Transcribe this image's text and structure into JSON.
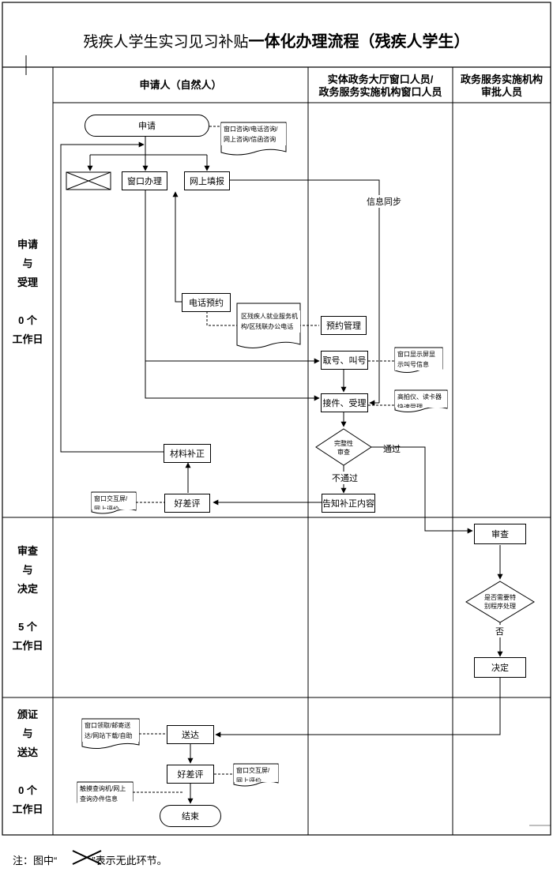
{
  "title": {
    "part1": "残疾人学生实习见习补贴",
    "part2": "一体化办理流程（残疾人学生）"
  },
  "columns": {
    "applicant": "申请人（自然人）",
    "window_line1": "实体政务大厅窗口人员/",
    "window_line2": "政务服务实施机构窗口人员",
    "approver_line1": "政务服务实施机构",
    "approver_line2": "审批人员"
  },
  "phases": [
    {
      "lines": [
        "申请",
        "与",
        "受理",
        "",
        "0 个",
        "工作日"
      ]
    },
    {
      "lines": [
        "审查",
        "与",
        "决定",
        "",
        "5 个",
        "工作日"
      ]
    },
    {
      "lines": [
        "颁证",
        "与",
        "送达",
        "",
        "0 个",
        "工作日"
      ]
    }
  ],
  "nodes": {
    "apply": "申请",
    "window_handle": "窗口办理",
    "online_fill": "网上填报",
    "phone_booking": "电话预约",
    "booking_manage": "预约管理",
    "take_number": "取号、叫号",
    "receive_accept": "接件、受理",
    "material_supplement": "材料补正",
    "rating1": "好差评",
    "notify_supplement": "告知补正内容",
    "review": "审查",
    "decide": "决定",
    "deliver": "送达",
    "rating2": "好差评",
    "end": "结束"
  },
  "decisions": {
    "complete": {
      "line1": "完整性",
      "line2": "审查"
    },
    "special": {
      "line1": "是否需要特",
      "line2": "别程序处理"
    }
  },
  "labels": {
    "info_sync": "信息同步",
    "pass": "通过",
    "not_pass": "不通过",
    "no": "否"
  },
  "notes": {
    "consult": "窗口咨询/电话咨询/网上咨询/信函咨询",
    "phone_no": "区残疾人就业服务机构/区残联办公电话",
    "screen": "窗口显示屏显示叫号信息",
    "scanner": "高拍仪、读卡器快速受理",
    "eval1": "窗口交互屏/网上评价",
    "receive_method": "窗口领取/邮寄送达/网站下载/自助",
    "eval2": "窗口交互屏/网上评价",
    "query": "触摸查询机/网上查询办件信息"
  },
  "footnote": {
    "prefix": "注：图中“",
    "suffix": "”表示无此环节。"
  }
}
